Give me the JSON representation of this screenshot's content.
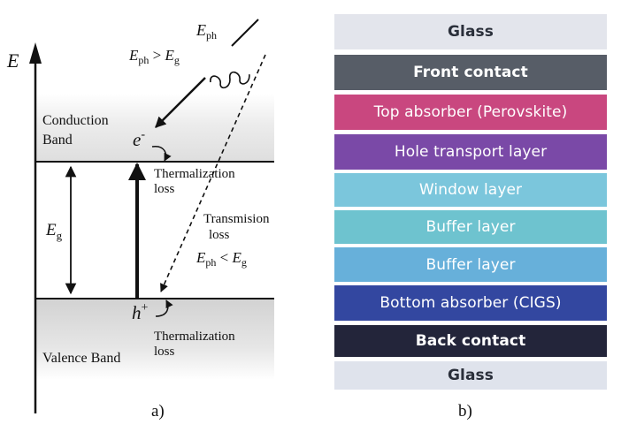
{
  "band_diagram": {
    "energy_axis_label": "E",
    "photon_energy": {
      "main": "E",
      "sub": "ph"
    },
    "condition_absorbed": {
      "e1": "E",
      "s1": "ph",
      "op": " > ",
      "e2": "E",
      "s2": "g"
    },
    "conduction_band": [
      "Conduction",
      "Band"
    ],
    "valence_band": "Valence Band",
    "electron": {
      "main": "e",
      "sup": "-"
    },
    "hole": {
      "main": "h",
      "sup": "+"
    },
    "thermalization_loss": [
      "Thermalization",
      "loss"
    ],
    "transmission_loss": [
      "Transmision",
      "loss"
    ],
    "condition_transmitted": {
      "e1": "E",
      "s1": "ph",
      "op": " < ",
      "e2": "E",
      "s2": "g"
    },
    "bandgap": {
      "main": "E",
      "sub": "g"
    },
    "caption": "a)"
  },
  "layer_stack": {
    "caption": "b)",
    "layers": [
      {
        "label": "Glass",
        "bg": "#e3e5ec",
        "fg": "#2a2f3a",
        "bold": true
      },
      {
        "label": "Front contact",
        "bg": "#575d67",
        "fg": "#ffffff",
        "bold": true
      },
      {
        "label": "Top absorber (Perovskite)",
        "bg": "#c9477f",
        "fg": "#ffffff",
        "bold": false
      },
      {
        "label": "Hole transport layer",
        "bg": "#7a49a7",
        "fg": "#ffffff",
        "bold": false
      },
      {
        "label": "Window layer",
        "bg": "#7bc6dc",
        "fg": "#ffffff",
        "bold": false
      },
      {
        "label": "Buffer layer",
        "bg": "#6ec3cf",
        "fg": "#ffffff",
        "bold": false
      },
      {
        "label": "Buffer layer",
        "bg": "#67b0da",
        "fg": "#ffffff",
        "bold": false
      },
      {
        "label": "Bottom absorber (CIGS)",
        "bg": "#3347a0",
        "fg": "#ffffff",
        "bold": false
      },
      {
        "label": "Back contact",
        "bg": "#23253a",
        "fg": "#ffffff",
        "bold": true
      },
      {
        "label": "Glass",
        "bg": "#dfe3ec",
        "fg": "#2a2f3a",
        "bold": true
      }
    ]
  }
}
